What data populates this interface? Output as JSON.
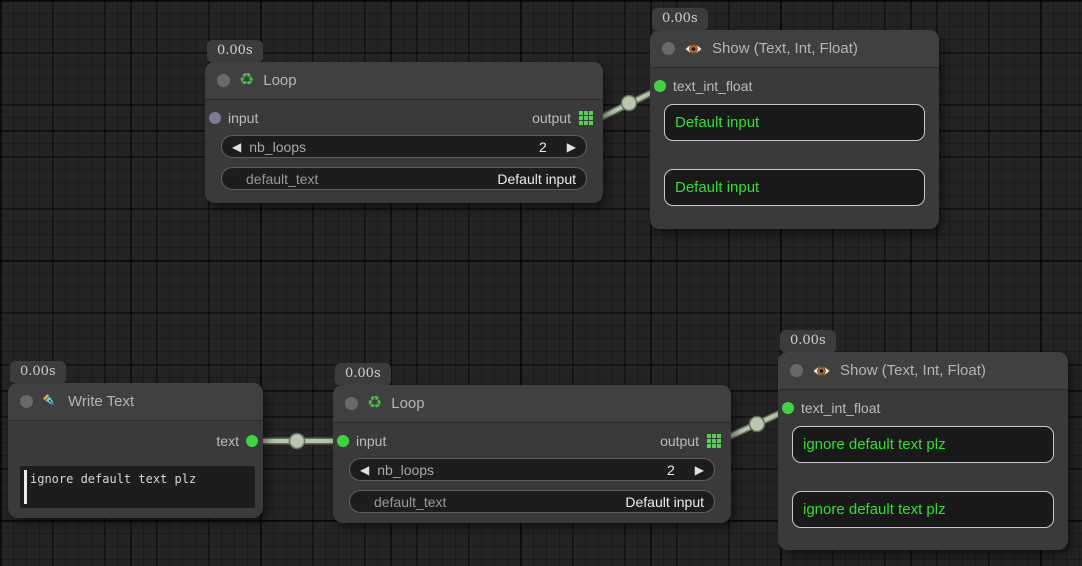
{
  "ui": {
    "arrow_left": "◀",
    "arrow_right": "▶",
    "recycle_glyph": "♻"
  },
  "colors": {
    "canvas_bg": "#242424",
    "node_bg": "#3a3a3a",
    "node_header_bg": "#404040",
    "widget_bg": "#1d1d1d",
    "accent_green": "#3fd43f",
    "value_text_green": "#2be32b",
    "wire": "#b7c7ae",
    "unconnected_port": "#7c7c90"
  },
  "nodes": [
    {
      "id": "loop-top",
      "badge": "0.00s",
      "icon": "recycle-icon",
      "title": "Loop",
      "input_label": "input",
      "input_connected": false,
      "output_label": "output",
      "widgets": [
        {
          "label": "nb_loops",
          "value": "2"
        },
        {
          "label": "default_text",
          "value": "Default input"
        }
      ]
    },
    {
      "id": "show-top",
      "badge": "0.00s",
      "icon": "eye-icon",
      "title": "Show (Text, Int, Float)",
      "input_label": "text_int_float",
      "input_connected": true,
      "values": [
        "Default input",
        "Default input"
      ]
    },
    {
      "id": "write-text",
      "badge": "0.00s",
      "icon": "pen-nib-icon",
      "title": "Write Text",
      "output_label": "text",
      "output_connected": true,
      "text_value": "ignore default text plz"
    },
    {
      "id": "loop-bottom",
      "badge": "0.00s",
      "icon": "recycle-icon",
      "title": "Loop",
      "input_label": "input",
      "input_connected": true,
      "output_label": "output",
      "widgets": [
        {
          "label": "nb_loops",
          "value": "2"
        },
        {
          "label": "default_text",
          "value": "Default input"
        }
      ]
    },
    {
      "id": "show-bottom",
      "badge": "0.00s",
      "icon": "eye-icon",
      "title": "Show (Text, Int, Float)",
      "input_label": "text_int_float",
      "input_connected": true,
      "values": [
        "ignore default text plz",
        "ignore default text plz"
      ]
    }
  ]
}
